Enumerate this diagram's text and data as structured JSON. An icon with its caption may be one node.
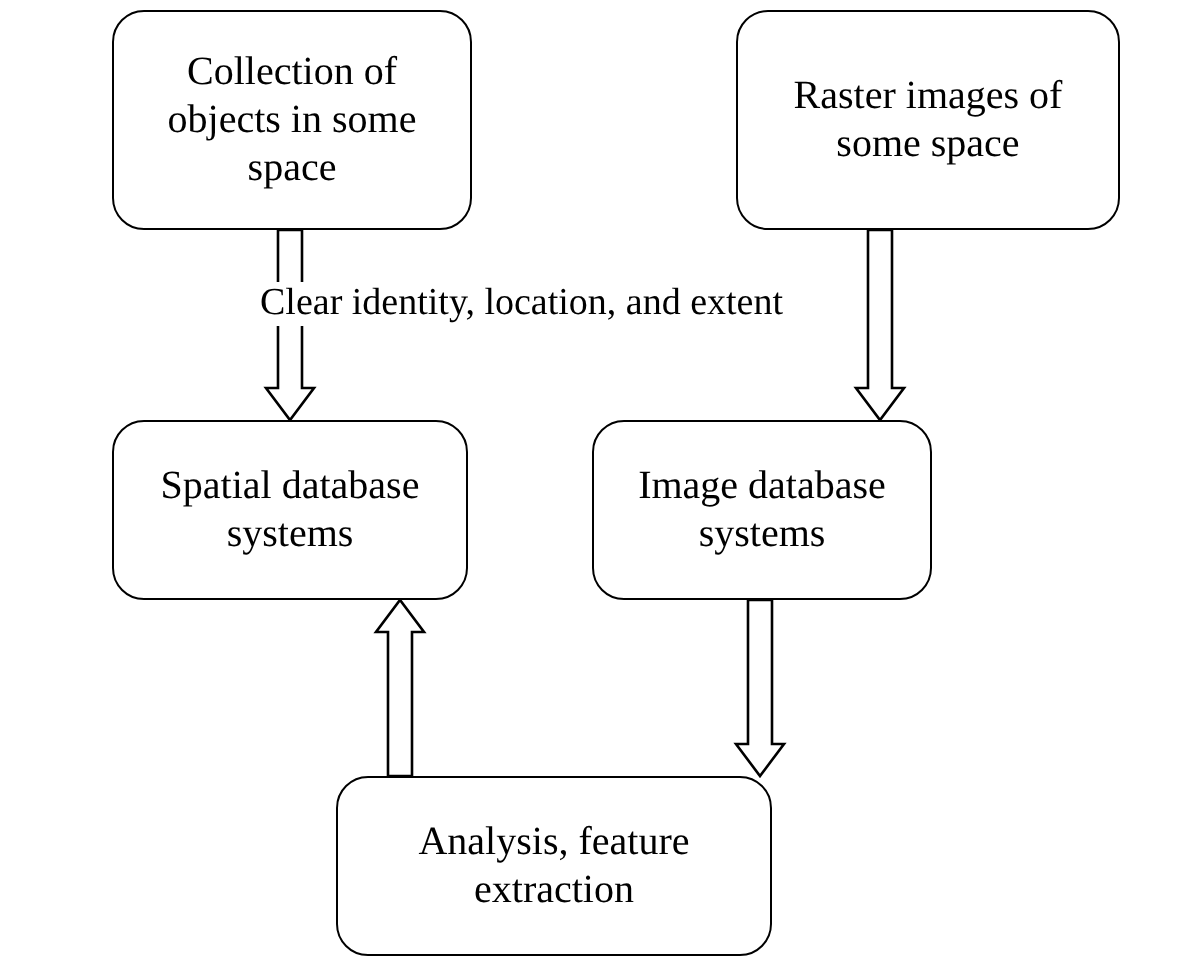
{
  "diagram": {
    "nodes": [
      {
        "text": [
          "Collection of objects in some space"
        ]
      },
      {
        "text": [
          "Raster images of some space"
        ]
      },
      {
        "text": [
          "Spatial database systems"
        ]
      },
      {
        "text": [
          "Image database systems"
        ]
      },
      {
        "text": [
          "Analysis, feature extraction"
        ]
      }
    ],
    "edges": [
      {
        "from": 0,
        "to": 2,
        "arrow": "to"
      },
      {
        "from": 1,
        "to": 3,
        "arrow": "to"
      },
      {
        "from": 3,
        "to": 4,
        "arrow": "to"
      },
      {
        "from": 4,
        "to": 2,
        "arrow": "to"
      }
    ],
    "labels": [
      "Clear identity, location, and extent"
    ]
  }
}
